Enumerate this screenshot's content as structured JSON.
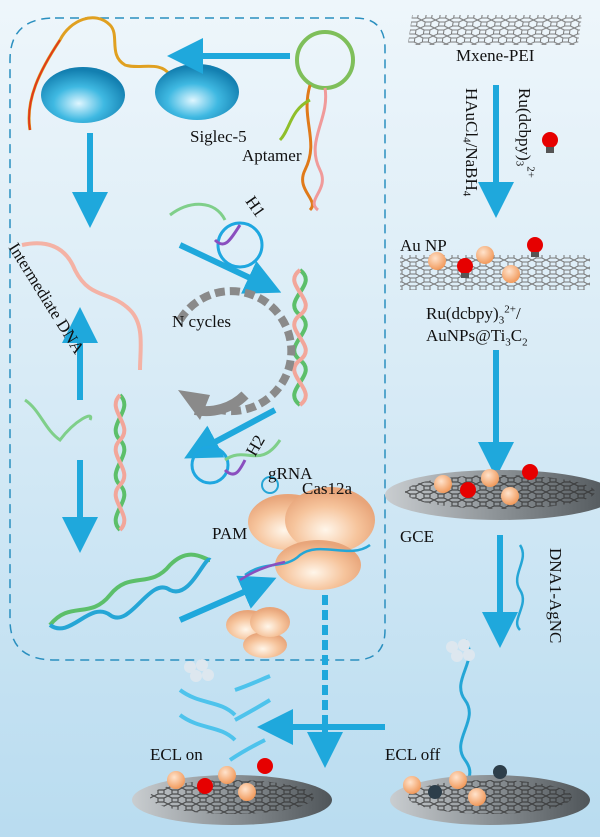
{
  "diagram": {
    "type": "schematic",
    "description": "Aptamer / CRISPR-Cas12a amplified ECL biosensor for Siglec-5",
    "labels": {
      "siglec": "Siglec-5",
      "aptamer": "Aptamer",
      "intermediate_dna": "Intermediate DNA",
      "h1": "H1",
      "h2": "H2",
      "n_cycles": "N cycles",
      "grna": "gRNA",
      "cas12a": "Cas12a",
      "pam": "PAM",
      "mxene": "Mxene-PEI",
      "haucl4": "HAuCl",
      "haucl4_sub": "4",
      "nabh4": "/NaBH",
      "nabh4_sub": "4",
      "ru": "Ru(dcbpy)",
      "ru_sub": "3",
      "ru_sup": "2+",
      "au_np": "Au NP",
      "composite_line1": "Ru(dcbpy)",
      "composite_line1_sub": "3",
      "composite_line1_sup": "2+",
      "composite_line1_tail": "/",
      "composite_line2": "AuNPs@Ti",
      "composite_line2_sub1": "3",
      "composite_line2_mid": "C",
      "composite_line2_sub2": "2",
      "gce": "GCE",
      "dna1_agnc": "DNA1-AgNC",
      "ecl_on": "ECL on",
      "ecl_off": "ECL off"
    },
    "colors": {
      "arrow": "#1fa8dc",
      "dashed_box": "#2a8fbf",
      "protein": "#2aa7d6",
      "bulb_on": "#e60000",
      "bulb_off": "#2d3e4a",
      "au_np": "#f7b98a",
      "cycle_arrow": "#8a8a8a",
      "electrode": "#8f9498"
    }
  }
}
